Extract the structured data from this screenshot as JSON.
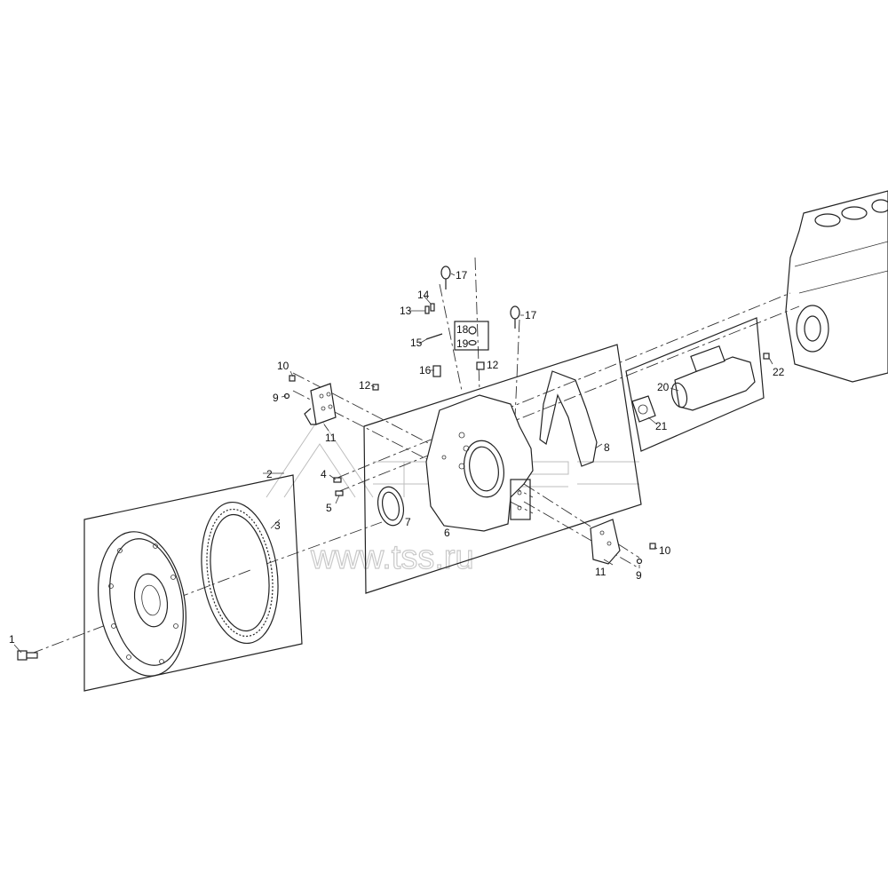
{
  "watermark": {
    "text": "www.tss.ru",
    "logo_text": "TSS"
  },
  "callouts": [
    {
      "id": "label-1",
      "text": "1"
    },
    {
      "id": "label-2",
      "text": "2"
    },
    {
      "id": "label-3",
      "text": "3"
    },
    {
      "id": "label-4",
      "text": "4"
    },
    {
      "id": "label-5",
      "text": "5"
    },
    {
      "id": "label-6",
      "text": "6"
    },
    {
      "id": "label-7",
      "text": "7"
    },
    {
      "id": "label-8",
      "text": "8"
    },
    {
      "id": "label-9a",
      "text": "9"
    },
    {
      "id": "label-9b",
      "text": "9"
    },
    {
      "id": "label-10a",
      "text": "10"
    },
    {
      "id": "label-10b",
      "text": "10"
    },
    {
      "id": "label-11a",
      "text": "11"
    },
    {
      "id": "label-11b",
      "text": "11"
    },
    {
      "id": "label-12a",
      "text": "12"
    },
    {
      "id": "label-12b",
      "text": "12"
    },
    {
      "id": "label-13",
      "text": "13"
    },
    {
      "id": "label-14",
      "text": "14"
    },
    {
      "id": "label-15",
      "text": "15"
    },
    {
      "id": "label-16",
      "text": "16"
    },
    {
      "id": "label-17a",
      "text": "17"
    },
    {
      "id": "label-17b",
      "text": "17"
    },
    {
      "id": "label-18",
      "text": "18"
    },
    {
      "id": "label-19",
      "text": "19"
    },
    {
      "id": "label-20",
      "text": "20"
    },
    {
      "id": "label-21",
      "text": "21"
    },
    {
      "id": "label-22",
      "text": "22"
    }
  ]
}
